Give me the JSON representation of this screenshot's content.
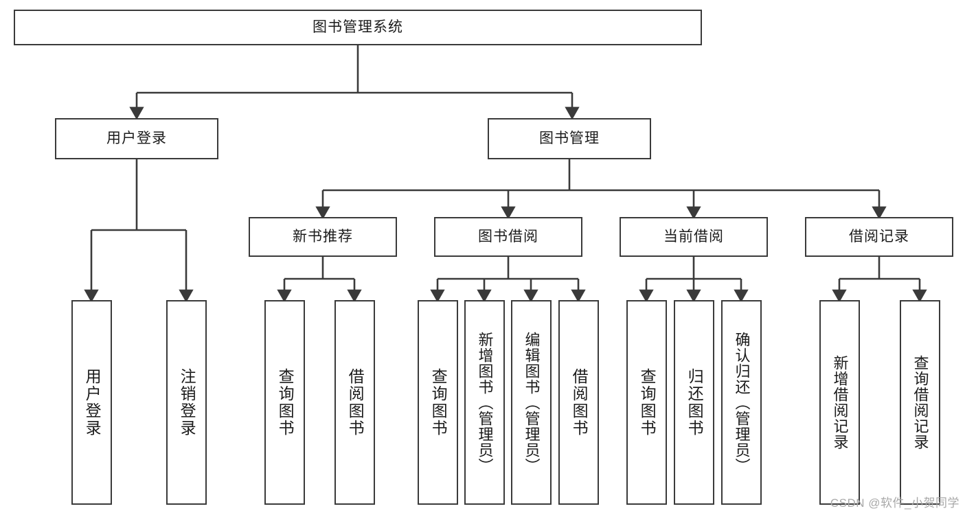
{
  "diagram": {
    "type": "tree",
    "title": "图书管理系统",
    "orientation": "top-down",
    "colors": {
      "box_border": "#3a3a3a",
      "box_fill": "#ffffff",
      "edge": "#3a3a3a",
      "text": "#1b1b1b",
      "watermark": "#a8a8a8"
    },
    "root": {
      "id": "root",
      "label": "图书管理系统"
    },
    "level2": [
      {
        "id": "user-login",
        "label": "用户登录"
      },
      {
        "id": "book-manage",
        "label": "图书管理"
      }
    ],
    "level3": [
      {
        "id": "new-book-recommend",
        "label": "新书推荐",
        "parent": "book-manage"
      },
      {
        "id": "book-borrow",
        "label": "图书借阅",
        "parent": "book-manage"
      },
      {
        "id": "current-borrow",
        "label": "当前借阅",
        "parent": "book-manage"
      },
      {
        "id": "borrow-record",
        "label": "借阅记录",
        "parent": "book-manage"
      }
    ],
    "leaves": {
      "user_login": [
        {
          "id": "leaf-user-login",
          "label": "用户登录"
        },
        {
          "id": "leaf-user-logout",
          "label": "注销登录"
        }
      ],
      "new_book_recommend": [
        {
          "id": "leaf-query-book-1",
          "label": "查询图书"
        },
        {
          "id": "leaf-borrow-book-1",
          "label": "借阅图书"
        }
      ],
      "book_borrow": [
        {
          "id": "leaf-query-book-2",
          "label": "查询图书"
        },
        {
          "id": "leaf-add-book",
          "label": "新增图书（管理员）"
        },
        {
          "id": "leaf-edit-book",
          "label": "编辑图书（管理员）"
        },
        {
          "id": "leaf-borrow-book-2",
          "label": "借阅图书"
        }
      ],
      "current_borrow": [
        {
          "id": "leaf-query-book-3",
          "label": "查询图书"
        },
        {
          "id": "leaf-return-book",
          "label": "归还图书"
        },
        {
          "id": "leaf-confirm-return",
          "label": "确认归还（管理员）"
        }
      ],
      "borrow_record": [
        {
          "id": "leaf-add-record",
          "label": "新增借阅记录"
        },
        {
          "id": "leaf-query-record",
          "label": "查询借阅记录"
        }
      ]
    }
  },
  "watermark": {
    "text": "CSDN @软件_小贺同学"
  }
}
